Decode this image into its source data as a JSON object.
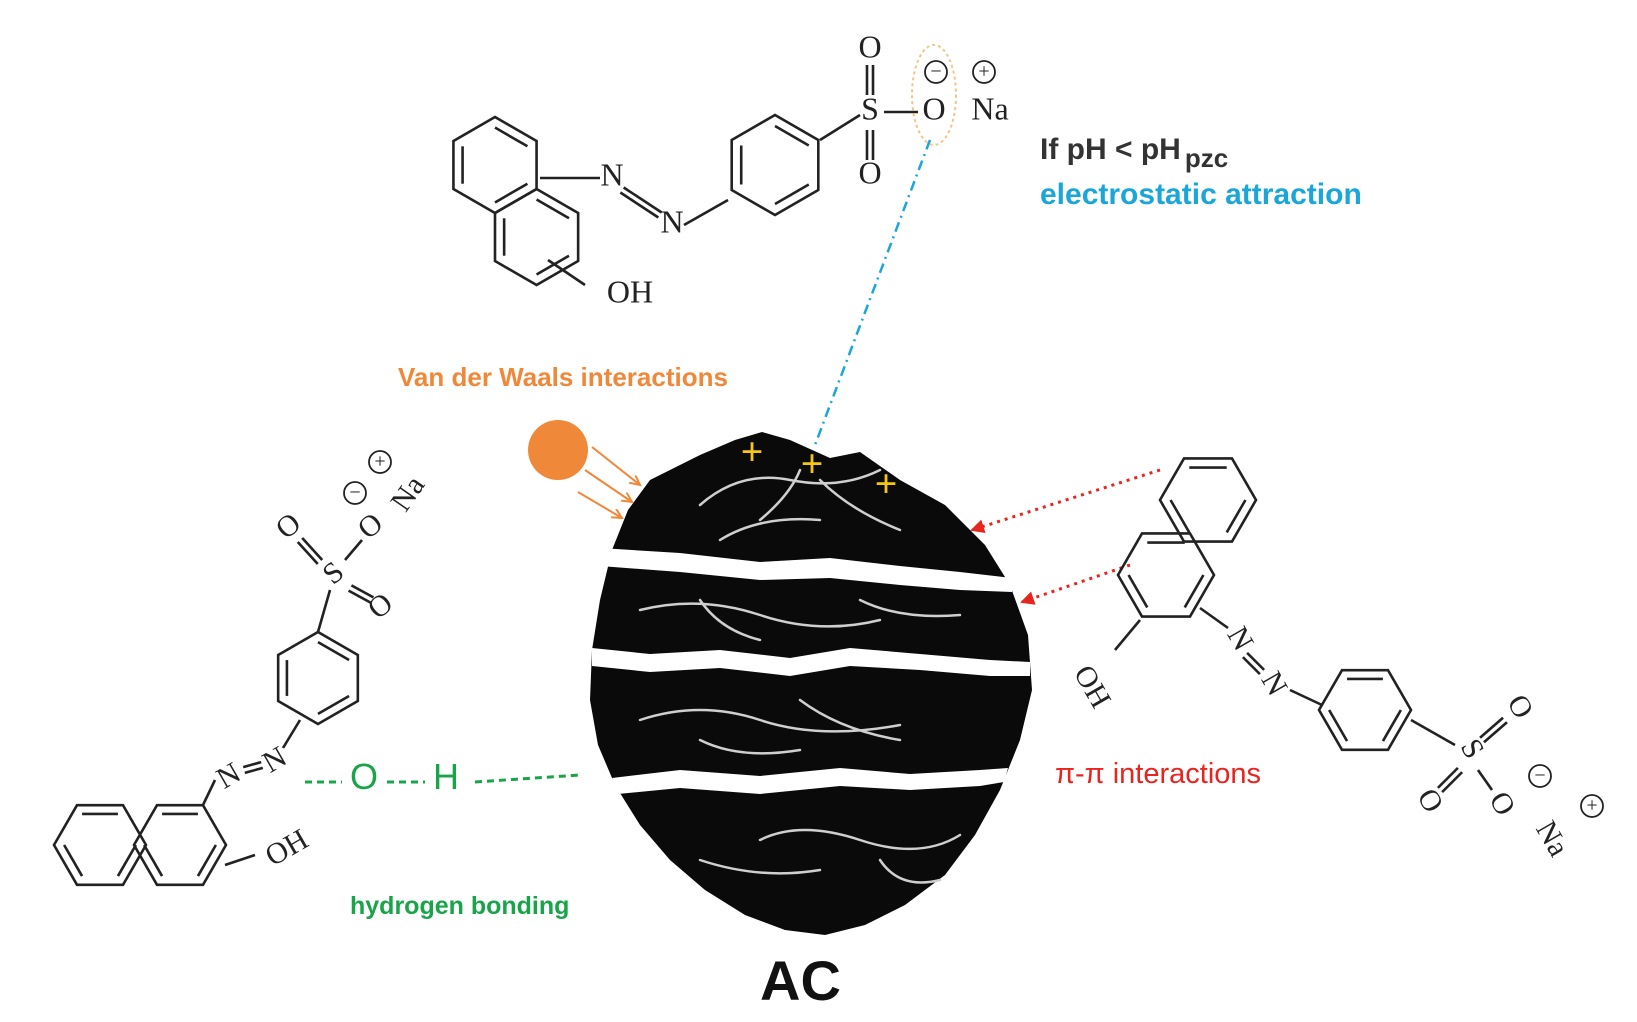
{
  "labels": {
    "ph_condition": "If pH < pH",
    "ph_subscript": "pzc",
    "electrostatic": "electrostatic attraction",
    "van_der_waals": "Van der Waals interactions",
    "pi_pi": "π-π interactions",
    "hydrogen_bonding": "hydrogen bonding",
    "adsorbent": "AC",
    "hb_oxygen": "O",
    "hb_hydrogen": "H"
  },
  "molecule_atoms": {
    "oxygen": "O",
    "sulfur": "S",
    "sodium": "Na",
    "hydroxyl": "OH",
    "nitrogen": "N",
    "minus": "−",
    "plus": "+"
  },
  "colors": {
    "electrostatic": "#1aa7d8",
    "van_der_waals": "#f0883a",
    "pi_pi": "#e8241f",
    "hydrogen_bond": "#19a44a",
    "surface_charge": "#f2c516",
    "carbon": "#0a0a0a",
    "ink": "#222222"
  },
  "icons": {
    "carbon_particle": "activated-carbon-particle-icon",
    "pollutant_particle": "pollutant-sphere-icon",
    "surface_charge": "plus-charge-icon"
  }
}
